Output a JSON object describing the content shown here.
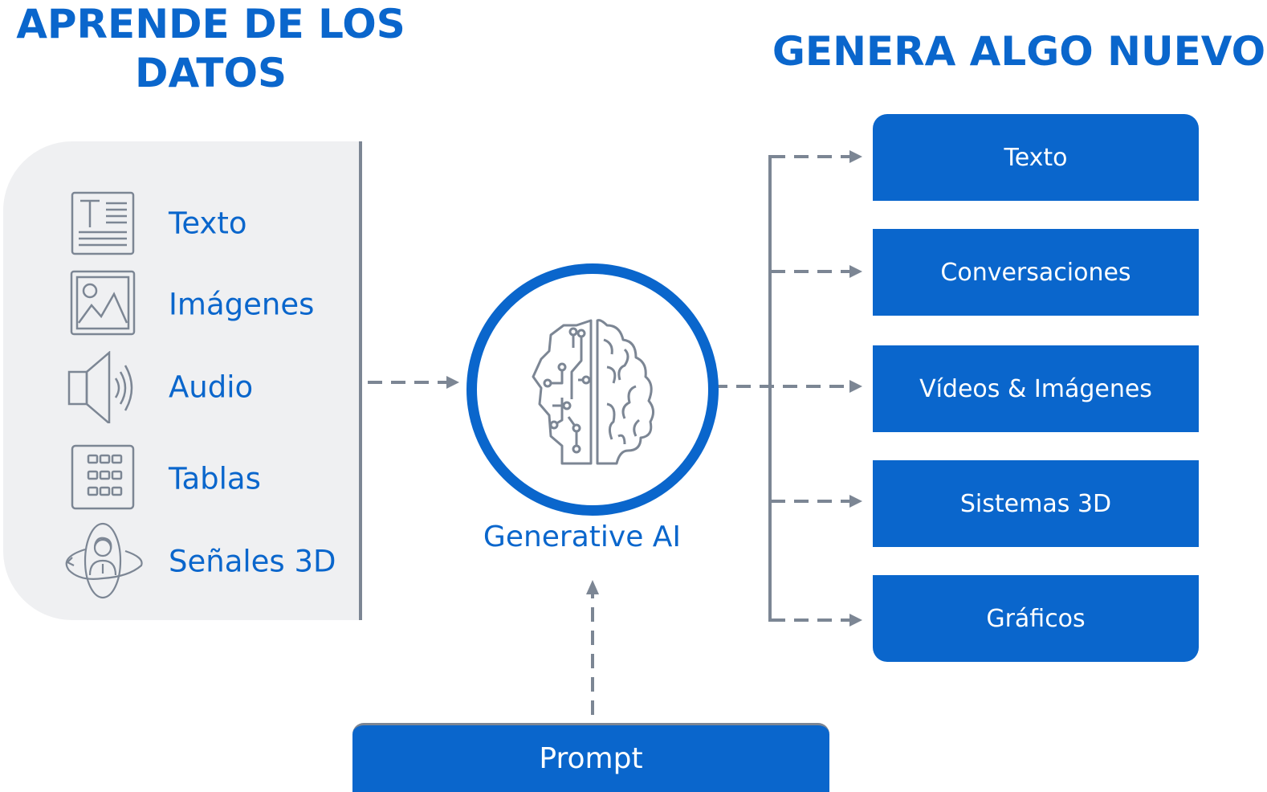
{
  "headings": {
    "left": "APRENDE DE LOS DATOS",
    "right": "GENERA ALGO NUEVO"
  },
  "inputs": [
    {
      "label": "Texto",
      "icon": "text-document-icon"
    },
    {
      "label": "Imágenes",
      "icon": "image-icon"
    },
    {
      "label": "Audio",
      "icon": "speaker-icon"
    },
    {
      "label": "Tablas",
      "icon": "table-grid-icon"
    },
    {
      "label": "Señales 3D",
      "icon": "3d-person-rotation-icon"
    }
  ],
  "core": {
    "label": "Generative AI",
    "icon": "brain-circuit-icon"
  },
  "outputs": [
    {
      "label": "Texto"
    },
    {
      "label": "Conversaciones"
    },
    {
      "label": "Vídeos & Imágenes"
    },
    {
      "label": "Sistemas 3D"
    },
    {
      "label": "Gráficos"
    }
  ],
  "prompt": {
    "label": "Prompt"
  },
  "colors": {
    "accent": "#0a66cc",
    "panel": "#eff0f2",
    "connector": "#7c8694"
  }
}
